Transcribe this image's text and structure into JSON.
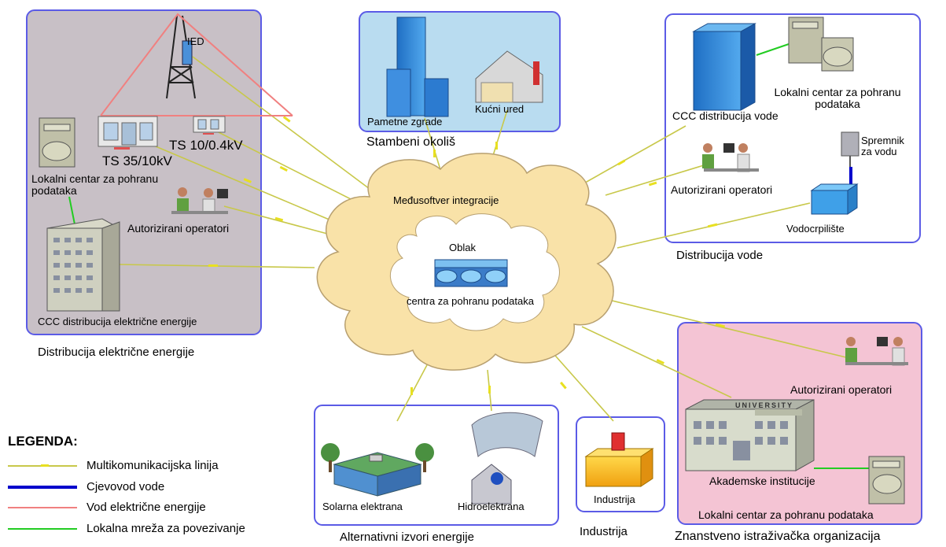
{
  "panels": {
    "electric": {
      "caption": "Distribucija električne energije",
      "ied": "IED",
      "ts1": "TS 35/10kV",
      "ts2": "TS 10/0.4kV",
      "local_center": "Lokalni centar za pohranu podataka",
      "operators": "Autorizirani operatori",
      "ccc": "CCC distribucija električne energije"
    },
    "residential": {
      "caption": "Stambeni okoliš",
      "smart_buildings": "Pametne zgrade",
      "home_office": "Kućni ured"
    },
    "water": {
      "caption": "Distribucija vode",
      "ccc": "CCC distribucija vode",
      "local_center": "Lokalni centar za pohranu podataka",
      "operators": "Autorizirani operatori",
      "tank": "Spremnik za vodu",
      "pump": "Vodocrpilište"
    },
    "research": {
      "caption": "Znanstveno istraživačka organizacija",
      "operators": "Autorizirani operatori",
      "university_sign": "UNIVERSITY",
      "academic": "Akademske institucije",
      "local_center": "Lokalni centar za pohranu podataka"
    },
    "alternative": {
      "caption": "Alternativni izvori energije",
      "solar": "Solarna elektrana",
      "hydro": "Hidroelektrana"
    },
    "industry": {
      "caption": "Industrija",
      "label": "Industrija"
    }
  },
  "cloud": {
    "middleware": "Međusoftver integracije",
    "cloud_label": "Oblak",
    "storage": "centra za pohranu podataka"
  },
  "legend": {
    "title": "LEGENDA:",
    "items": [
      {
        "label": "Multikomunikacijska linija",
        "color": "#c8c84a"
      },
      {
        "label": "Cjevovod vode",
        "color": "#0000cc"
      },
      {
        "label": "Vod električne energije",
        "color": "#f08080"
      },
      {
        "label": "Lokalna mreža za povezivanje",
        "color": "#22cc22"
      }
    ]
  },
  "colors": {
    "panel_border": "#5b5be6",
    "electric_fill": "#c8c0c6",
    "residential_fill": "#b9dcf0",
    "research_fill": "#f4c4d4",
    "cloud_fill": "#f9e2a8",
    "building_blue": "#2f8de0"
  }
}
